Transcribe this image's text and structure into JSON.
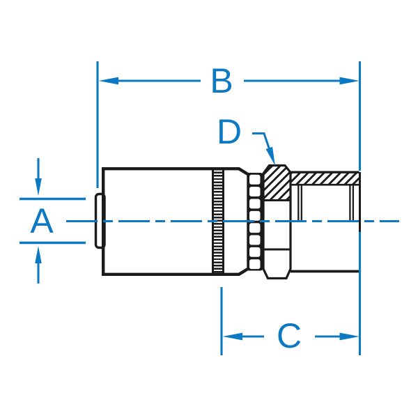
{
  "labels": {
    "dim_a": "A",
    "dim_b": "B",
    "dim_c": "C",
    "dim_d": "D"
  },
  "colors": {
    "dimension_blue": "#0d79c2",
    "line_black": "#1b1b1b",
    "background": "#ffffff"
  }
}
